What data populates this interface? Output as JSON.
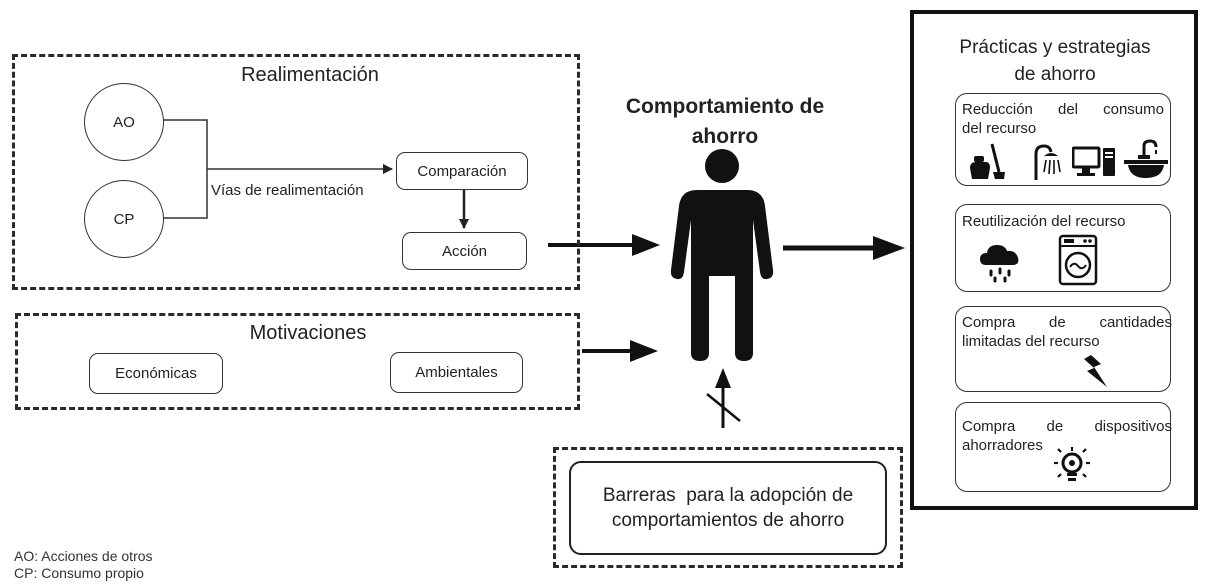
{
  "feedback": {
    "title": "Realimentación",
    "ao": "AO",
    "cp": "CP",
    "paths_label": "Vías de realimentación",
    "comparison": "Comparación",
    "action": "Acción"
  },
  "motivations": {
    "title": "Motivaciones",
    "economic": "Económicas",
    "environmental": "Ambientales"
  },
  "center": {
    "title_line1": "Comportamiento de",
    "title_line2": "ahorro"
  },
  "barriers": {
    "line1": "Barreras  para la adopción de",
    "line2": "comportamientos de ahorro"
  },
  "practices": {
    "title_line1": "Prácticas y estrategias",
    "title_line2": "de ahorro",
    "reduction_line1": "Reducción  del  consumo",
    "reduction_line2": "del recurso",
    "reuse": "Reutilización del recurso",
    "limited_line1": "Compra  de  cantidades",
    "limited_line2": "limitadas del recurso",
    "devices_line1": "Compra  de  dispositivos",
    "devices_line2": "ahorradores"
  },
  "legend": {
    "ao": "AO: Acciones de otros",
    "cp": "CP: Consumo propio"
  },
  "icons": [
    "cleaning-icon",
    "shower-icon",
    "computer-icon",
    "faucet-icon",
    "rain-cloud-icon",
    "washing-machine-icon",
    "lightning-icon",
    "lightbulb-icon"
  ]
}
